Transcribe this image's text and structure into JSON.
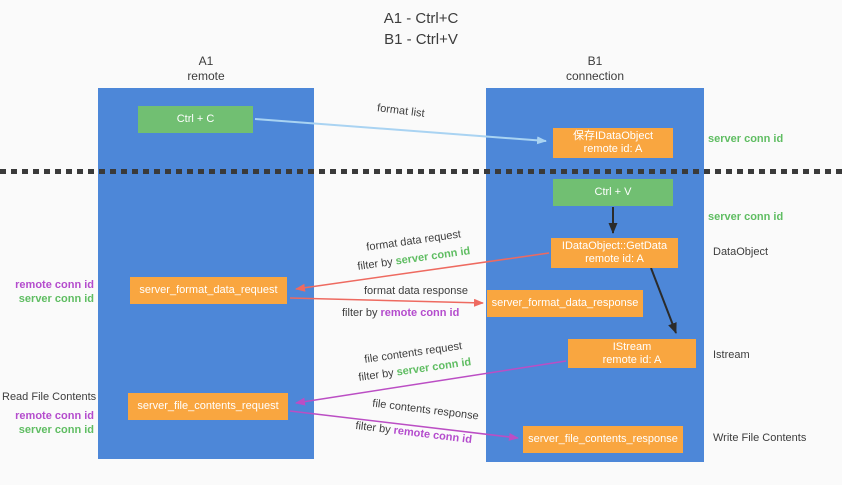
{
  "title": {
    "line1": "A1 - Ctrl+C",
    "line2": "B1 - Ctrl+V"
  },
  "lanes": {
    "left": {
      "title": "A1",
      "subtitle": "remote"
    },
    "right": {
      "title": "B1",
      "subtitle": "connection"
    }
  },
  "nodes": {
    "ctrl_c": {
      "label": "Ctrl + C"
    },
    "ctrl_v": {
      "label": "Ctrl + V"
    },
    "save_dataobject": {
      "line1": "保存IDataObject",
      "line2": "remote id: A"
    },
    "getdata": {
      "line1": "IDataObject::GetData",
      "line2": "remote id: A"
    },
    "istream": {
      "line1": "IStream",
      "line2": "remote id: A"
    },
    "server_format_data_request": {
      "label": "server_format_data_request"
    },
    "server_format_data_response": {
      "label": "server_format_data_response"
    },
    "server_file_contents_request": {
      "label": "server_file_contents_request"
    },
    "server_file_contents_response": {
      "label": "server_file_contents_response"
    }
  },
  "arrow_labels": {
    "format_list": "format list",
    "format_data_request": "format data request",
    "format_data_response": "format data response",
    "file_contents_request": "file contents request",
    "file_contents_response": "file contents response",
    "filter_by": "filter by",
    "server_conn_id": "server conn id",
    "remote_conn_id": "remote conn id"
  },
  "side_labels": {
    "right": {
      "server_conn_id_top": "server conn id",
      "server_conn_id_mid": "server conn id",
      "dataobject": "DataObject",
      "istream": "Istream",
      "write_file_contents": "Write File Contents"
    },
    "left": {
      "remote_conn_id": "remote conn id",
      "server_conn_id": "server conn id",
      "read_file_contents": "Read File Contents"
    }
  },
  "colors": {
    "background": "#fafafa",
    "lane_blue": "#4d87d8",
    "node_green": "#71bf72",
    "node_orange": "#f9a640",
    "arrow_light_blue": "#a9d3f2",
    "arrow_red": "#ee6a60",
    "arrow_magenta": "#bb4ec4",
    "arrow_black": "#2b2b2b",
    "text_dark": "#3d3d3d",
    "text_green": "#5fbd62",
    "text_purple": "#b44ccd"
  }
}
